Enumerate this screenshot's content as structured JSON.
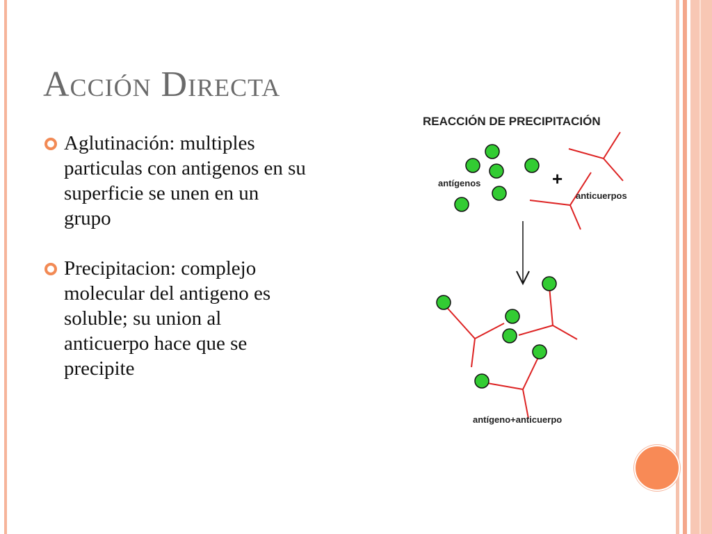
{
  "slide": {
    "title": "Acción Directa",
    "bullets": [
      {
        "text": "Aglutinación: multiples particulas con antigenos en su superficie se unen en un grupo"
      },
      {
        "text": "Precipitacion: complejo molecular del antigeno es soluble; su union al anticuerpo hace que se precipite"
      }
    ]
  },
  "diagram": {
    "heading": "REACCIÓN DE PRECIPITACIÓN",
    "label_antigens": "antígenos",
    "label_antibodies": "anticuerpos",
    "label_plus": "+",
    "label_complex": "antígeno+anticuerpo",
    "colors": {
      "antigen": "#33cc33",
      "antibody": "#dd2222",
      "accent": "#f28a55",
      "title": "#6a6a6a"
    }
  }
}
